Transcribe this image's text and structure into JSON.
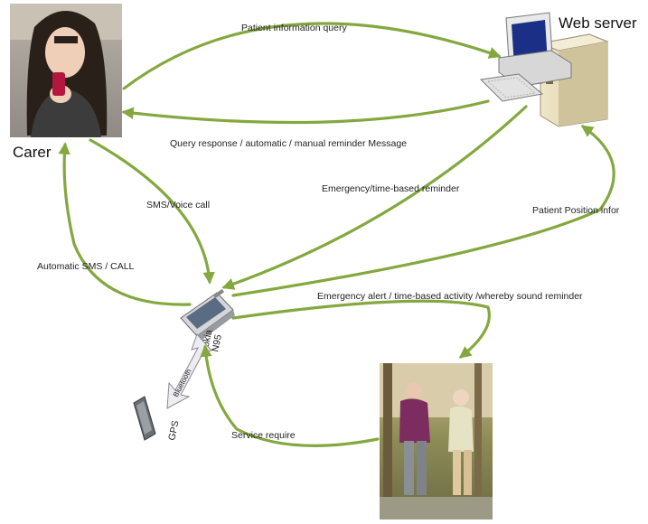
{
  "nodes": {
    "carer": "Carer",
    "web_server": "Web server",
    "phone_line1": "Nokia",
    "phone_line2": "N95",
    "gps": "GPS",
    "bluetooth": "Bluetooth"
  },
  "links": {
    "patient_query": "Patient information query",
    "query_response": "Query response / automatic / manual reminder Message",
    "sms_voice": "SMS/Voice call",
    "emergency_reminder": "Emergency/time-based reminder",
    "patient_position": "Patient Position infor",
    "auto_sms": "Automatic SMS / CALL",
    "emergency_alert": "Emergency alert / time-based activity /whereby sound reminder",
    "service_require": "Service require"
  },
  "colors": {
    "arrow": "#84a83f",
    "bluetooth_arrow": "#e8e8ee"
  }
}
